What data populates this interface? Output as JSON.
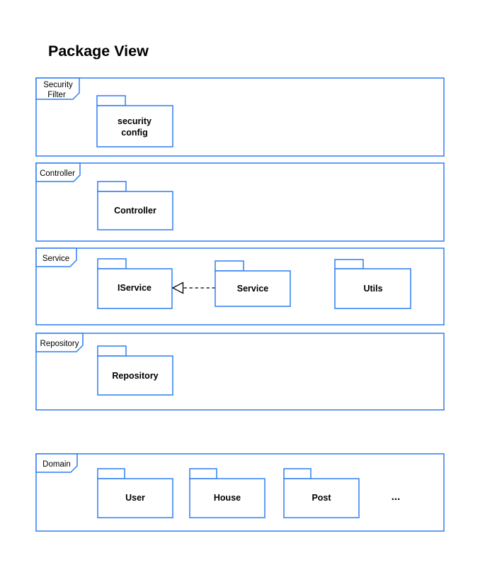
{
  "title": "Package View",
  "colors": {
    "stroke": "#2d7ff2",
    "text": "#000000",
    "background": "#ffffff",
    "relation": "#000000"
  },
  "groups": {
    "security_filter": {
      "label_line1": "Security",
      "label_line2": "Filter"
    },
    "controller": {
      "label": "Controller"
    },
    "service": {
      "label": "Service"
    },
    "repository": {
      "label": "Repository"
    },
    "domain": {
      "label": "Domain"
    }
  },
  "packages": {
    "security_config": {
      "label_line1": "security",
      "label_line2": "config"
    },
    "controller": {
      "label": "Controller"
    },
    "iservice": {
      "label": "IService"
    },
    "service": {
      "label": "Service"
    },
    "utils": {
      "label": "Utils"
    },
    "repository": {
      "label": "Repository"
    },
    "user": {
      "label": "User"
    },
    "house": {
      "label": "House"
    },
    "post": {
      "label": "Post"
    },
    "more": {
      "label": "..."
    }
  },
  "relations": {
    "service_realizes_iservice": {
      "type": "realization",
      "from": "Service",
      "to": "IService",
      "line_style": "dashed",
      "arrowhead": "hollow-triangle"
    }
  }
}
